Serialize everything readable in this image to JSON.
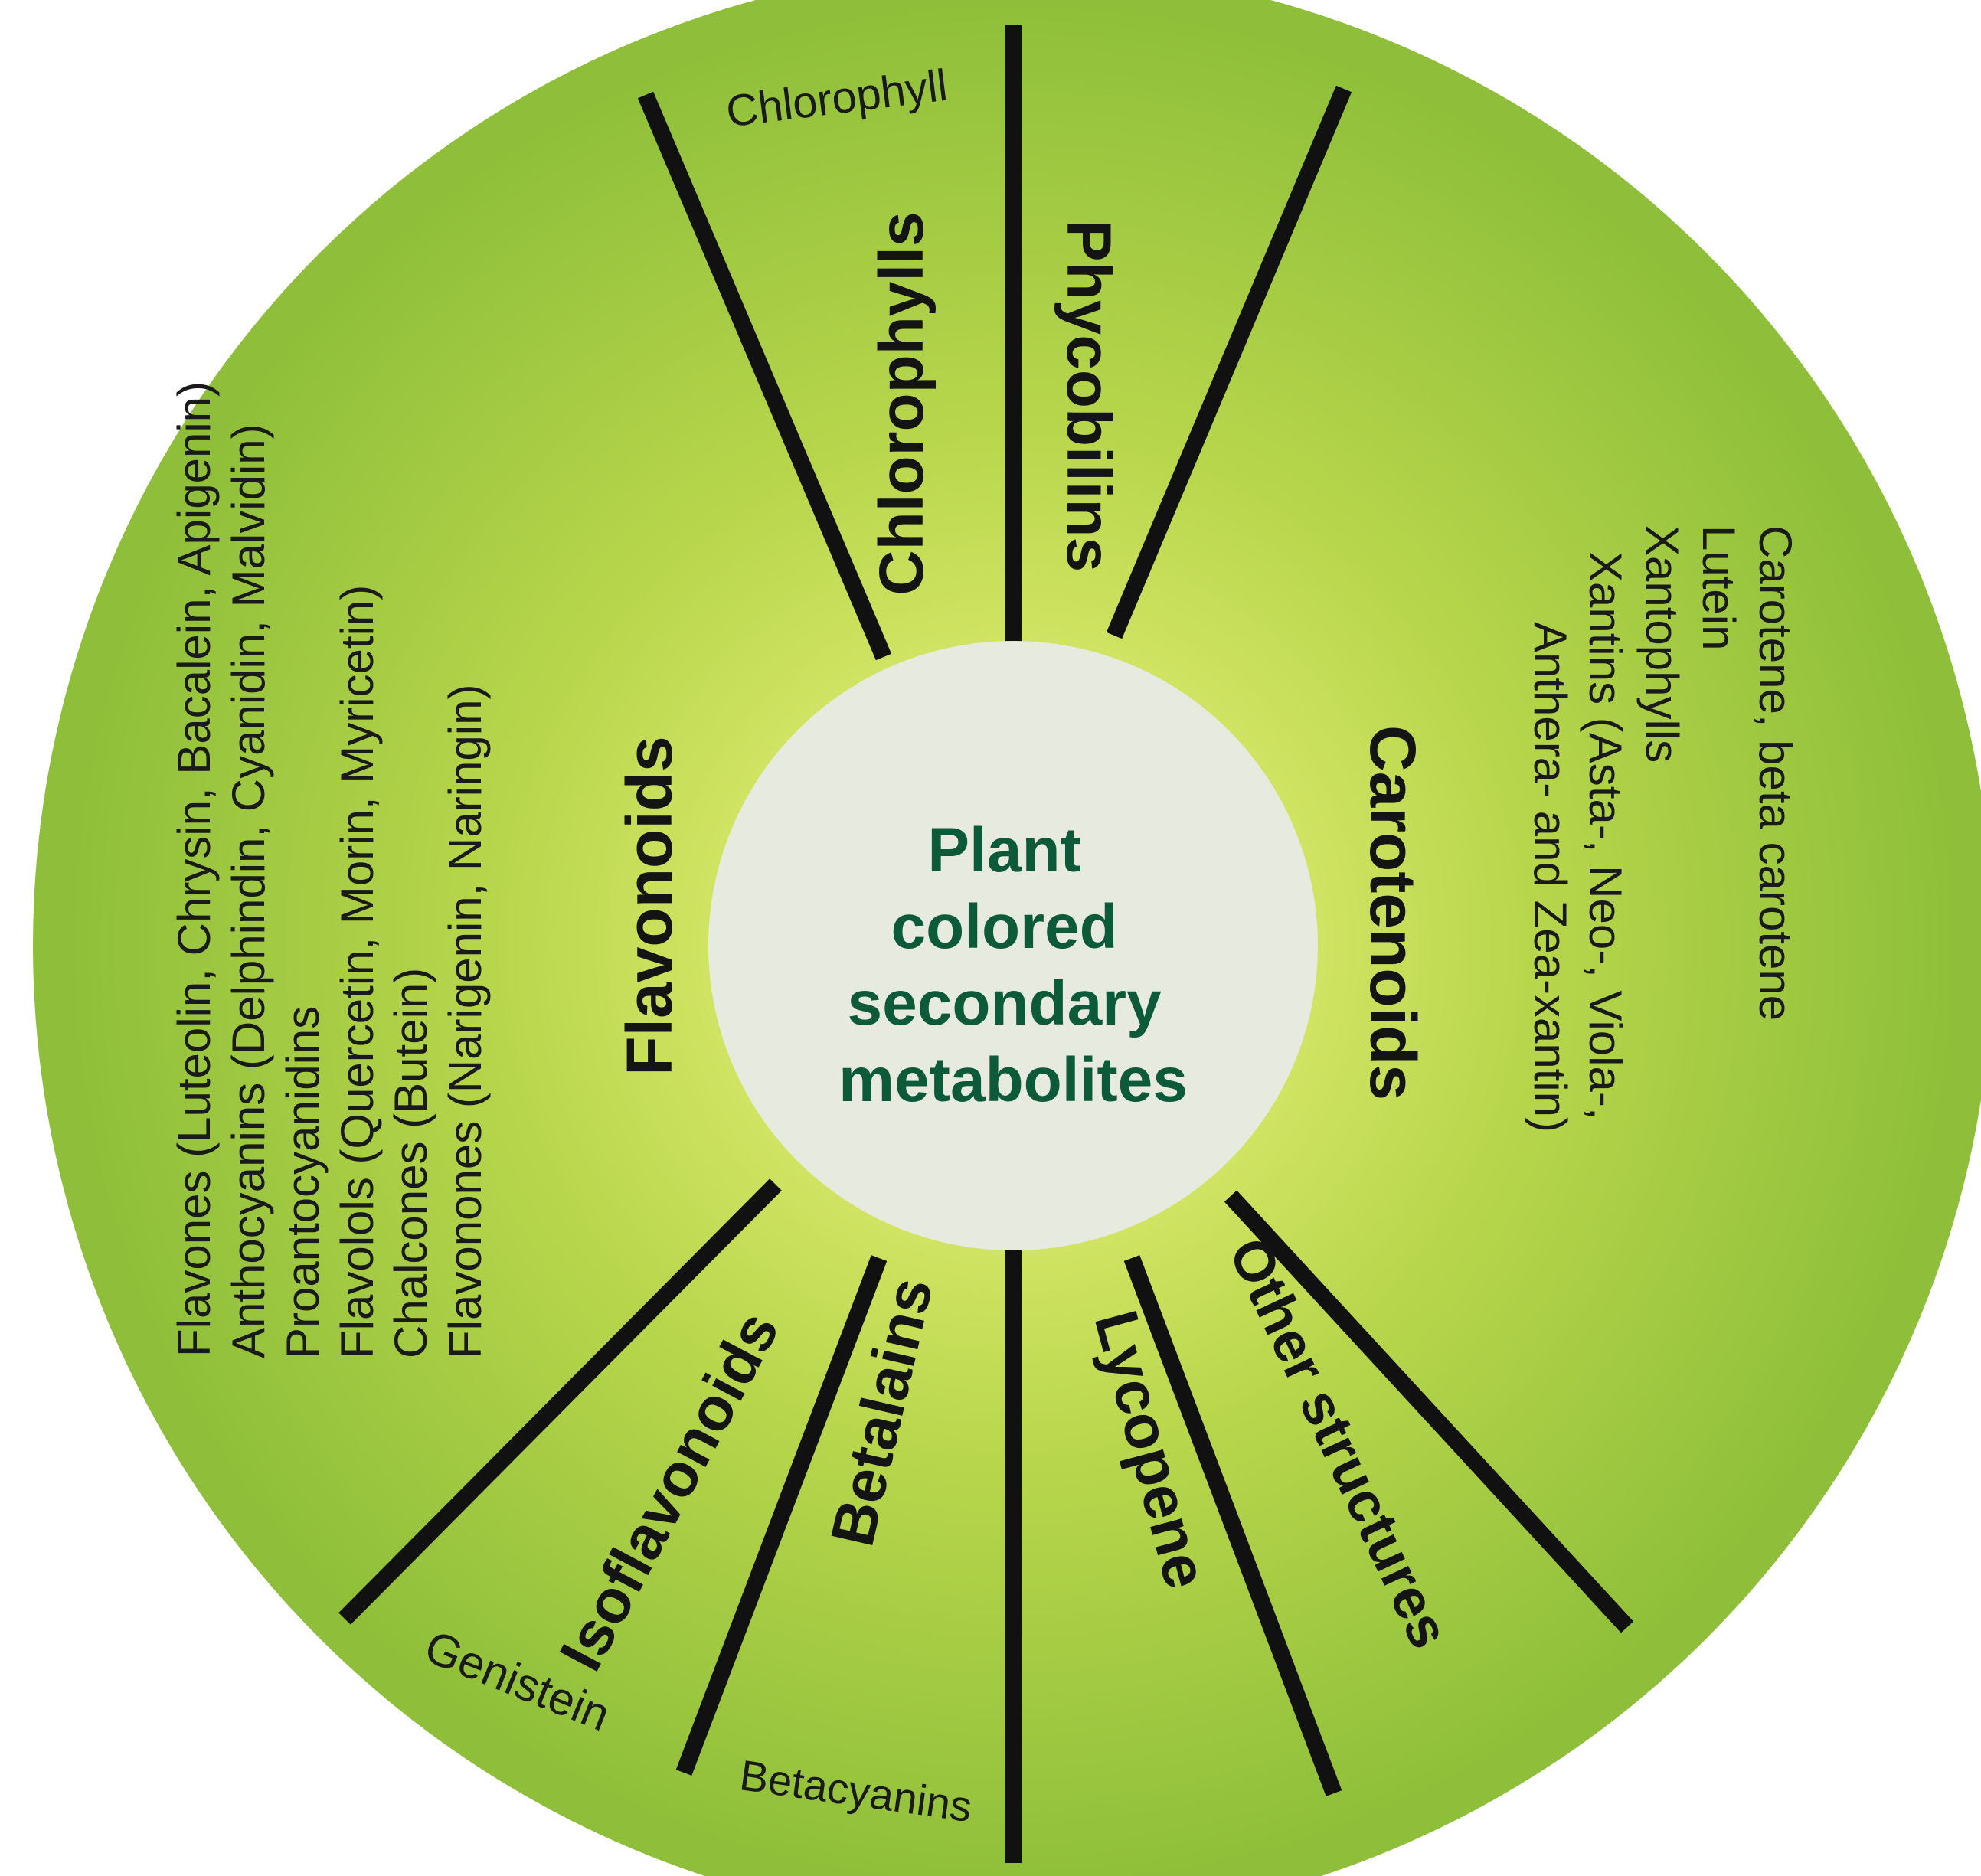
{
  "center": {
    "lines": [
      "Plant",
      "colored",
      "secondary",
      "metabolites"
    ]
  },
  "colors": {
    "wedge_inner": "#d8e86a",
    "wedge_mid": "#b8d64c",
    "wedge_outer": "#8fbf3a",
    "center_fill": "#e6eadf",
    "center_text": "#0d5a3a",
    "divider": "#111111"
  },
  "sectors": [
    {
      "id": "chlorophylls",
      "title": "Chlorophylls",
      "items": [
        "Chlorophyll"
      ]
    },
    {
      "id": "phycobilins",
      "title": "Phycobilins",
      "items": []
    },
    {
      "id": "carotenoids",
      "title": "Carotenoids",
      "items": [
        "Carotene, beta carotene",
        "Lutein",
        "Xantophylls",
        "Xantins (Asta-, Neo-, Viola-,",
        "Anthera- and Zea-xantin)"
      ]
    },
    {
      "id": "other-structures",
      "title": "Other structures",
      "items": []
    },
    {
      "id": "lycopene",
      "title": "Lycopene",
      "items": []
    },
    {
      "id": "betalains",
      "title": "Betalains",
      "items": [
        "Betacyanins"
      ]
    },
    {
      "id": "isoflavonoids",
      "title": "Isoflavonoids",
      "items": [
        "Genistein"
      ]
    },
    {
      "id": "flavonoids",
      "title": "Flavonoids",
      "items": [
        "Flavones (Luteolin, Chrysin, Bacalein, Apigenin)",
        "Anthocyanins (Delphindin, Cyanidin, Malvidin)",
        "Proantocyanidins",
        "Flavolols (Quercetin, Morin, Myricetin)",
        "Chalcones (Butein)",
        "Flavonones (Narigenin, Naringin)"
      ]
    }
  ]
}
